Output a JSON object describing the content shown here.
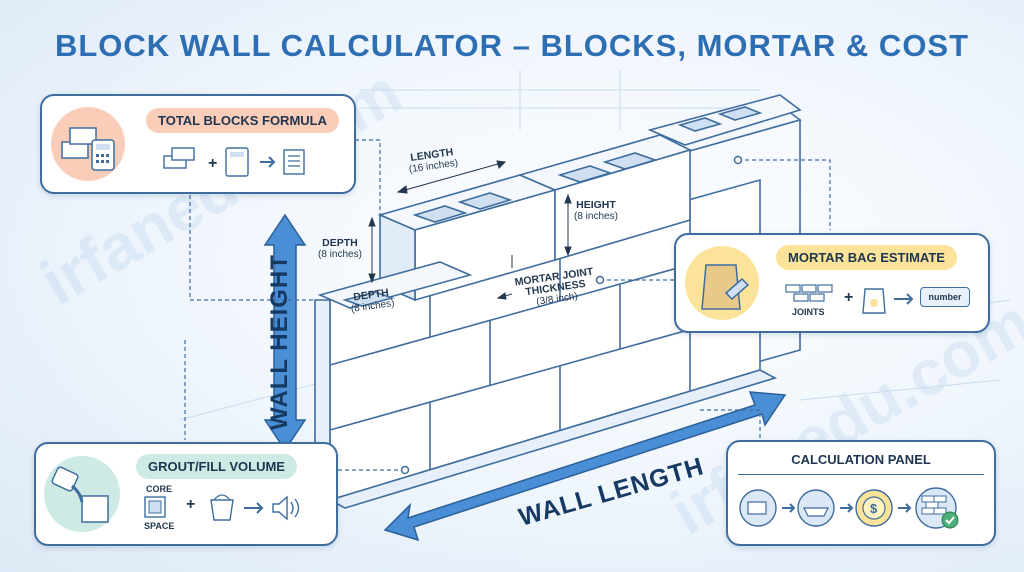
{
  "title": "BLOCK WALL CALCULATOR – BLOCKS, MORTAR & COST",
  "watermark": "irfanedu.com",
  "block_dims": {
    "length_label": "LENGTH",
    "length_value": "(16 inches)",
    "height_label": "HEIGHT",
    "height_value": "(8 inches)",
    "depth_label": "DEPTH",
    "depth_value": "(8 inches)",
    "depth2_label": "DEPTH",
    "depth2_value": "(8 inches)",
    "mortar_label_1": "MORTAR JOINT",
    "mortar_label_2": "THICKNESS",
    "mortar_value": "(3/8 inch)"
  },
  "wall_height_label": "WALL HEIGHT",
  "wall_length_label": "WALL LENGTH",
  "cards": {
    "total_blocks": {
      "title": "TOTAL BLOCKS FORMULA",
      "color": "#f9cdb8"
    },
    "mortar": {
      "title": "MORTAR BAG ESTIMATE",
      "joints_label": "JOINTS",
      "number_label": "number",
      "color": "#fbe39a"
    },
    "grout": {
      "title": "GROUT/FILL VOLUME",
      "core_label": "CORE",
      "space_label": "SPACE",
      "color": "#cdebe4"
    },
    "calc_panel": {
      "title": "CALCULATION PANEL"
    }
  },
  "colors": {
    "accent": "#2e6fb3",
    "arrow": "#4a8fd6",
    "line": "#3f6d9e"
  }
}
